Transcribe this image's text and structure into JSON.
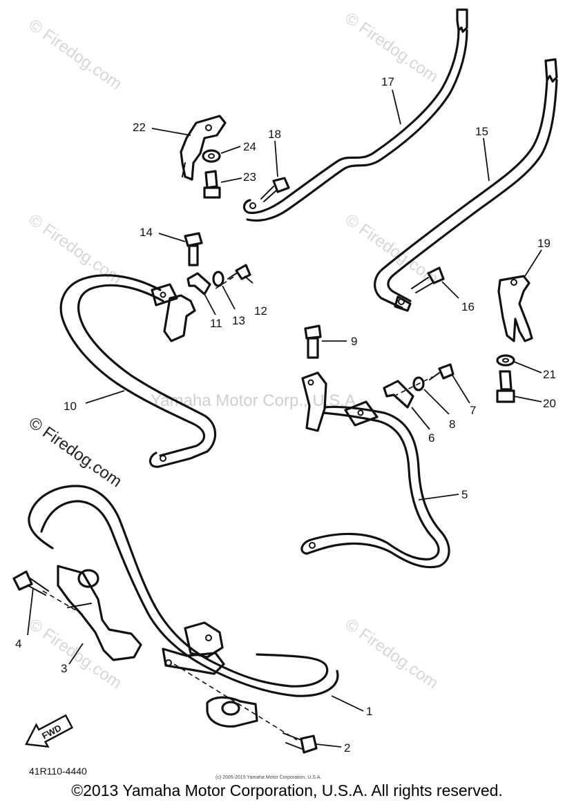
{
  "watermarks": {
    "site": "© Firedog.com",
    "center": "Yamaha Motor Corp., U.S.A."
  },
  "callouts": [
    "1",
    "2",
    "3",
    "4",
    "5",
    "6",
    "7",
    "8",
    "9",
    "10",
    "11",
    "12",
    "13",
    "14",
    "15",
    "16",
    "17",
    "18",
    "19",
    "20",
    "21",
    "22",
    "23",
    "24"
  ],
  "fwd_label": "FWD",
  "diagram_code": "41R110-4440",
  "small_copyright": "(c) 2005-2015 Yamaha Motor Corporation, U.S.A.",
  "copyright": "©2013 Yamaha Motor Corporation, U.S.A. All rights reserved."
}
